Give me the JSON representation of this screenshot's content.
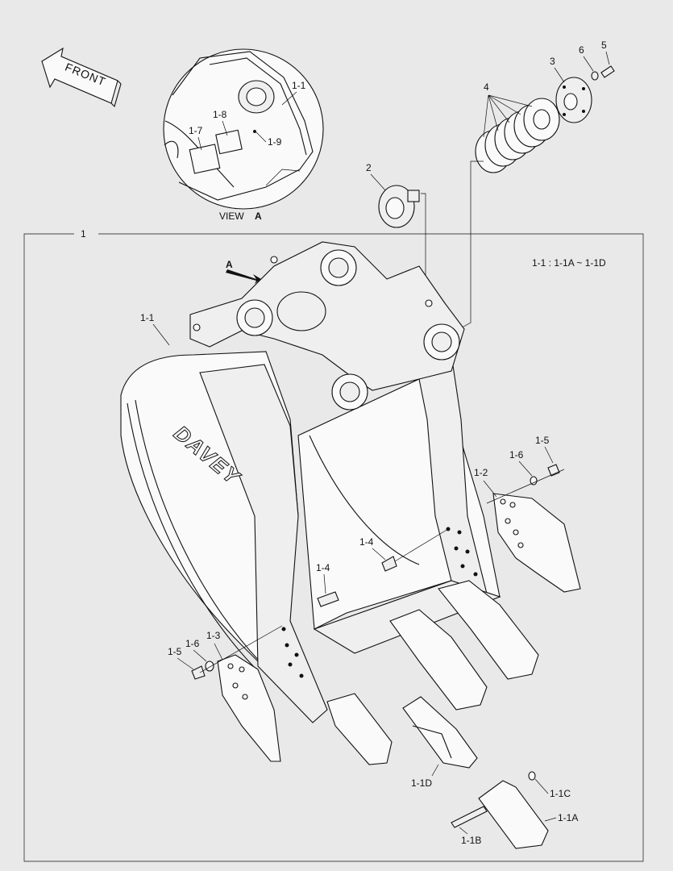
{
  "front_arrow": {
    "text": "FRONT"
  },
  "view": {
    "caption": "VIEW",
    "letter": "A"
  },
  "view_arrow_letter": "A",
  "note": "1-1 : 1-1A ~ 1-1D",
  "logo": "DAVEY",
  "callouts": {
    "p1": "1",
    "p2": "2",
    "p3": "3",
    "p4": "4",
    "p5": "5",
    "p6": "6",
    "p1_1_top": "1-1",
    "p1_1_main": "1-1",
    "p1_2": "1-2",
    "p1_3": "1-3",
    "p1_4_a": "1-4",
    "p1_4_b": "1-4",
    "p1_5_a": "1-5",
    "p1_5_b": "1-5",
    "p1_6_a": "1-6",
    "p1_6_b": "1-6",
    "p1_7": "1-7",
    "p1_8": "1-8",
    "p1_9": "1-9",
    "p1_1A": "1-1A",
    "p1_1B": "1-1B",
    "p1_1C": "1-1C",
    "p1_1D": "1-1D"
  }
}
